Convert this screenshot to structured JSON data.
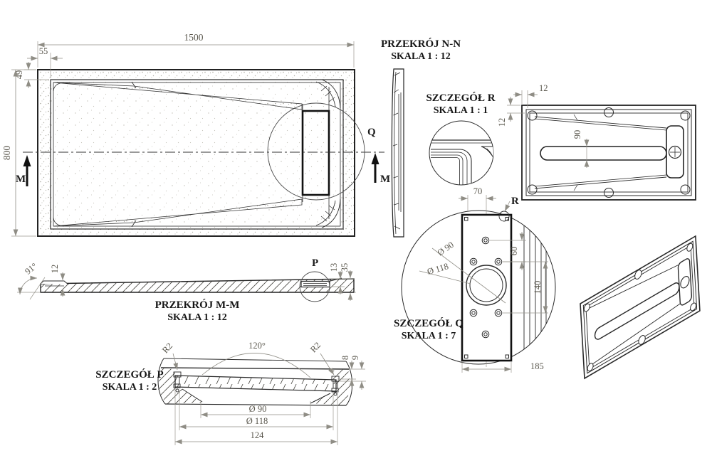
{
  "drawing": {
    "plan": {
      "dim_width": "1500",
      "dim_edge": "55",
      "dim_rim": "49",
      "dim_height": "800",
      "label_m": "M",
      "label_q": "Q"
    },
    "section_mm": {
      "title": "PRZEKRÓJ M-M",
      "scale": "SKALA 1 : 12",
      "dim_angle": "91°",
      "dim_lip": "12",
      "label_p": "P",
      "dim_13": "13",
      "dim_35": "35"
    },
    "section_nn": {
      "title": "PRZEKRÓJ N-N",
      "scale": "SKALA 1 : 12"
    },
    "detail_r": {
      "title": "SZCZEGÓŁ R",
      "scale": "SKALA 1 : 1"
    },
    "bottom_view": {
      "dim_offset_h": "12",
      "dim_offset_v": "12",
      "dim_slot": "90"
    },
    "detail_q": {
      "title": "SZCZEGÓŁ Q",
      "scale": "SKALA 1 : 7",
      "dim_70": "70",
      "label_r": "R",
      "dim_d90": "Ø 90",
      "dim_d118": "Ø 118",
      "dim_60": "60",
      "dim_140": "140",
      "dim_185": "185"
    },
    "detail_p": {
      "title": "SZCZEGÓŁ P",
      "scale": "SKALA 1 : 2",
      "dim_r2_left": "R2",
      "dim_r2_right": "R2",
      "dim_angle": "120°",
      "dim_8": "8",
      "dim_9": "9",
      "dim_d90": "Ø 90",
      "dim_d118": "Ø 118",
      "dim_124": "124"
    },
    "colors": {
      "object_line": "#2a2a2a",
      "dimension_line": "#8f8d85",
      "dimension_text": "#5b584e",
      "title_text": "#161616",
      "speckle": "#a9a79e",
      "background": "#ffffff"
    }
  }
}
